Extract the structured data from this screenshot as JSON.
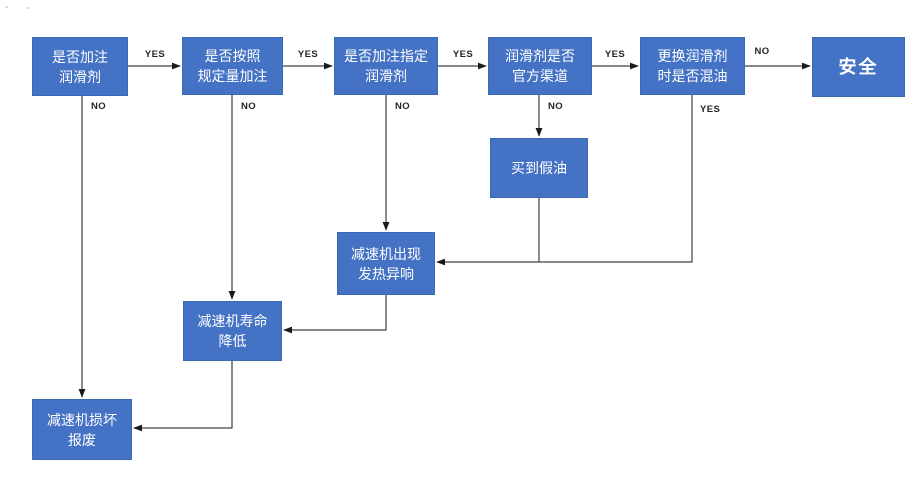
{
  "diagram": {
    "title": "reducer-lubrication-flowchart",
    "colors": {
      "node_fill": "#4472c4",
      "node_border": "#3c69b5",
      "node_text": "#ffffff",
      "wire": "#404040",
      "edge_label_text": "#262626",
      "background": "#ffffff"
    },
    "nodes": [
      {
        "id": "add-lubricant",
        "label": "是否加注\n润滑剂"
      },
      {
        "id": "per-spec-amount",
        "label": "是否按照\n规定量加注"
      },
      {
        "id": "specified-lube",
        "label": "是否加注指定\n润滑剂"
      },
      {
        "id": "official-channel",
        "label": "润滑剂是否\n官方渠道"
      },
      {
        "id": "oil-mixed",
        "label": "更换润滑剂\n时是否混油"
      },
      {
        "id": "safe",
        "label": "安全"
      },
      {
        "id": "fake-oil",
        "label": "买到假油"
      },
      {
        "id": "heat-noise",
        "label": "减速机出现\n发热异响"
      },
      {
        "id": "lifespan-reduced",
        "label": "减速机寿命\n降低"
      },
      {
        "id": "scrapped",
        "label": "减速机损坏\n报废"
      }
    ],
    "edge_labels": [
      {
        "from": "add-lubricant",
        "to": "per-spec-amount",
        "label": "YES"
      },
      {
        "from": "per-spec-amount",
        "to": "specified-lube",
        "label": "YES"
      },
      {
        "from": "specified-lube",
        "to": "official-channel",
        "label": "YES"
      },
      {
        "from": "official-channel",
        "to": "oil-mixed",
        "label": "YES"
      },
      {
        "from": "oil-mixed",
        "to": "safe",
        "label": "NO"
      },
      {
        "from": "add-lubricant",
        "to": "scrapped",
        "label": "NO"
      },
      {
        "from": "per-spec-amount",
        "to": "lifespan-reduced",
        "label": "NO"
      },
      {
        "from": "specified-lube",
        "to": "heat-noise",
        "label": "NO"
      },
      {
        "from": "official-channel",
        "to": "fake-oil",
        "label": "NO"
      },
      {
        "from": "oil-mixed",
        "to": "heat-noise",
        "label": "YES"
      },
      {
        "from": "fake-oil",
        "to": "heat-noise",
        "label": ""
      },
      {
        "from": "heat-noise",
        "to": "lifespan-reduced",
        "label": ""
      },
      {
        "from": "lifespan-reduced",
        "to": "scrapped",
        "label": ""
      }
    ]
  }
}
